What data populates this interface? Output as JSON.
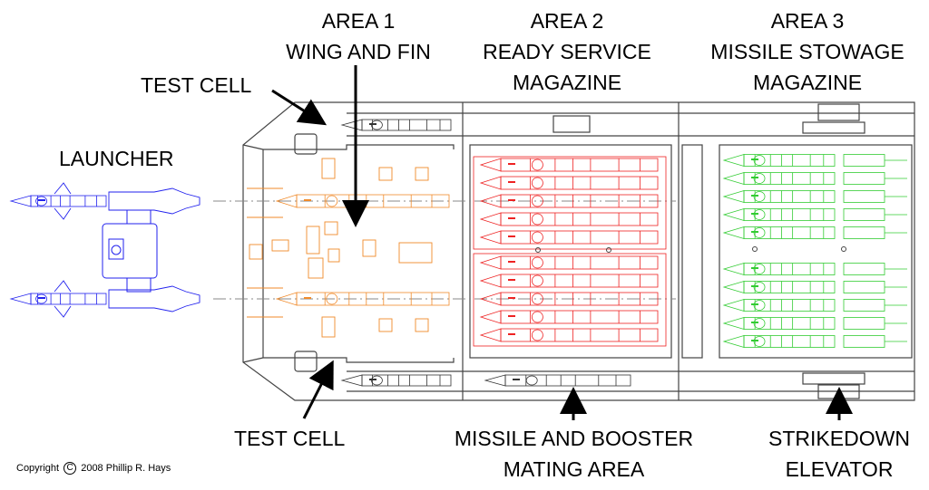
{
  "labels": {
    "area1": {
      "line1": "AREA 1",
      "line2": "WING AND FIN"
    },
    "area2": {
      "line1": "AREA 2",
      "line2": "READY SERVICE",
      "line3": "MAGAZINE"
    },
    "area3": {
      "line1": "AREA 3",
      "line2": "MISSILE STOWAGE",
      "line3": "MAGAZINE"
    },
    "test_cell_top": "TEST CELL",
    "test_cell_bottom": "TEST CELL",
    "launcher": "LAUNCHER",
    "mating": {
      "line1": "MISSILE AND BOOSTER",
      "line2": "MATING AREA"
    },
    "strikedown": {
      "line1": "STRIKEDOWN",
      "line2": "ELEVATOR"
    }
  },
  "copyright": {
    "prefix": "Copyright",
    "symbol": "C",
    "text": "2008 Phillip R. Hays"
  },
  "colors": {
    "launcher": "#2222ee",
    "area1": "#f08a2a",
    "area2": "#ee2222",
    "area3": "#33cc33",
    "structure": "#444444",
    "arrow": "#000000",
    "centerline": "#888888"
  },
  "magazine": {
    "area2_rows_per_group": 5,
    "area2_groups": 2,
    "area3_rows_per_group": 5,
    "area3_groups": 2
  }
}
